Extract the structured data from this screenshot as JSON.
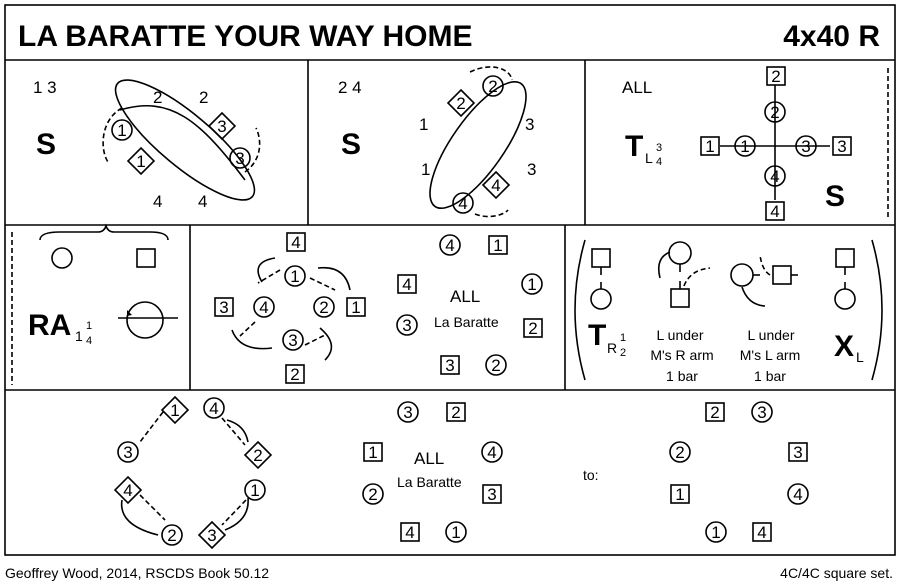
{
  "title": "LA BARATTE YOUR WAY HOME",
  "tempo": "4x40 R",
  "bars": [
    {
      "dancers_label": "1 3",
      "figure": "S",
      "dancers": [
        "1",
        "1",
        "3",
        "3"
      ],
      "track_labels": [
        "2",
        "2",
        "4",
        "4"
      ]
    },
    {
      "dancers_label": "2 4",
      "figure": "S",
      "dancers": [
        "2",
        "2",
        "4",
        "4"
      ],
      "track_labels": [
        "1",
        "1",
        "3",
        "3"
      ]
    },
    {
      "dancers_label": "ALL",
      "figure": "T",
      "figure_sub": "L",
      "figure_frac": [
        "3",
        "4"
      ],
      "figure2": "S",
      "dancers": [
        "2",
        "2",
        "1",
        "1",
        "3",
        "3",
        "4",
        "4"
      ]
    },
    {
      "figure": "RA",
      "figure_sub": "1",
      "figure_frac": [
        "1",
        "4"
      ]
    },
    {
      "dancers": [
        "4",
        "1",
        "3",
        "4",
        "2",
        "1",
        "3",
        "2"
      ]
    },
    {
      "label": "ALL",
      "sublabel": "La Baratte",
      "dancers": [
        "4",
        "1",
        "4",
        "3",
        "1",
        "2",
        "3",
        "2"
      ]
    },
    {
      "figure": "T",
      "figure_sub": "R",
      "figure_frac": [
        "1",
        "2"
      ],
      "figure2": "X",
      "figure2_sub": "L",
      "steps": [
        {
          "lines": [
            "L under",
            "M's R arm",
            "1 bar"
          ]
        },
        {
          "lines": [
            "L under",
            "M's L arm",
            "1 bar"
          ]
        }
      ]
    },
    {
      "dancers": [
        "1",
        "4",
        "3",
        "2",
        "4",
        "1",
        "2",
        "3"
      ]
    },
    {
      "label": "ALL",
      "sublabel": "La Baratte",
      "dancers": [
        "3",
        "2",
        "1",
        "2",
        "4",
        "3",
        "4",
        "1"
      ]
    },
    {
      "connector": "to:",
      "dancers": [
        "2",
        "3",
        "2",
        "1",
        "3",
        "4",
        "1",
        "4"
      ]
    }
  ],
  "footer": {
    "credit": "Geoffrey Wood, 2014, RSCDS Book 50.12",
    "set": "4C/4C  square set."
  }
}
